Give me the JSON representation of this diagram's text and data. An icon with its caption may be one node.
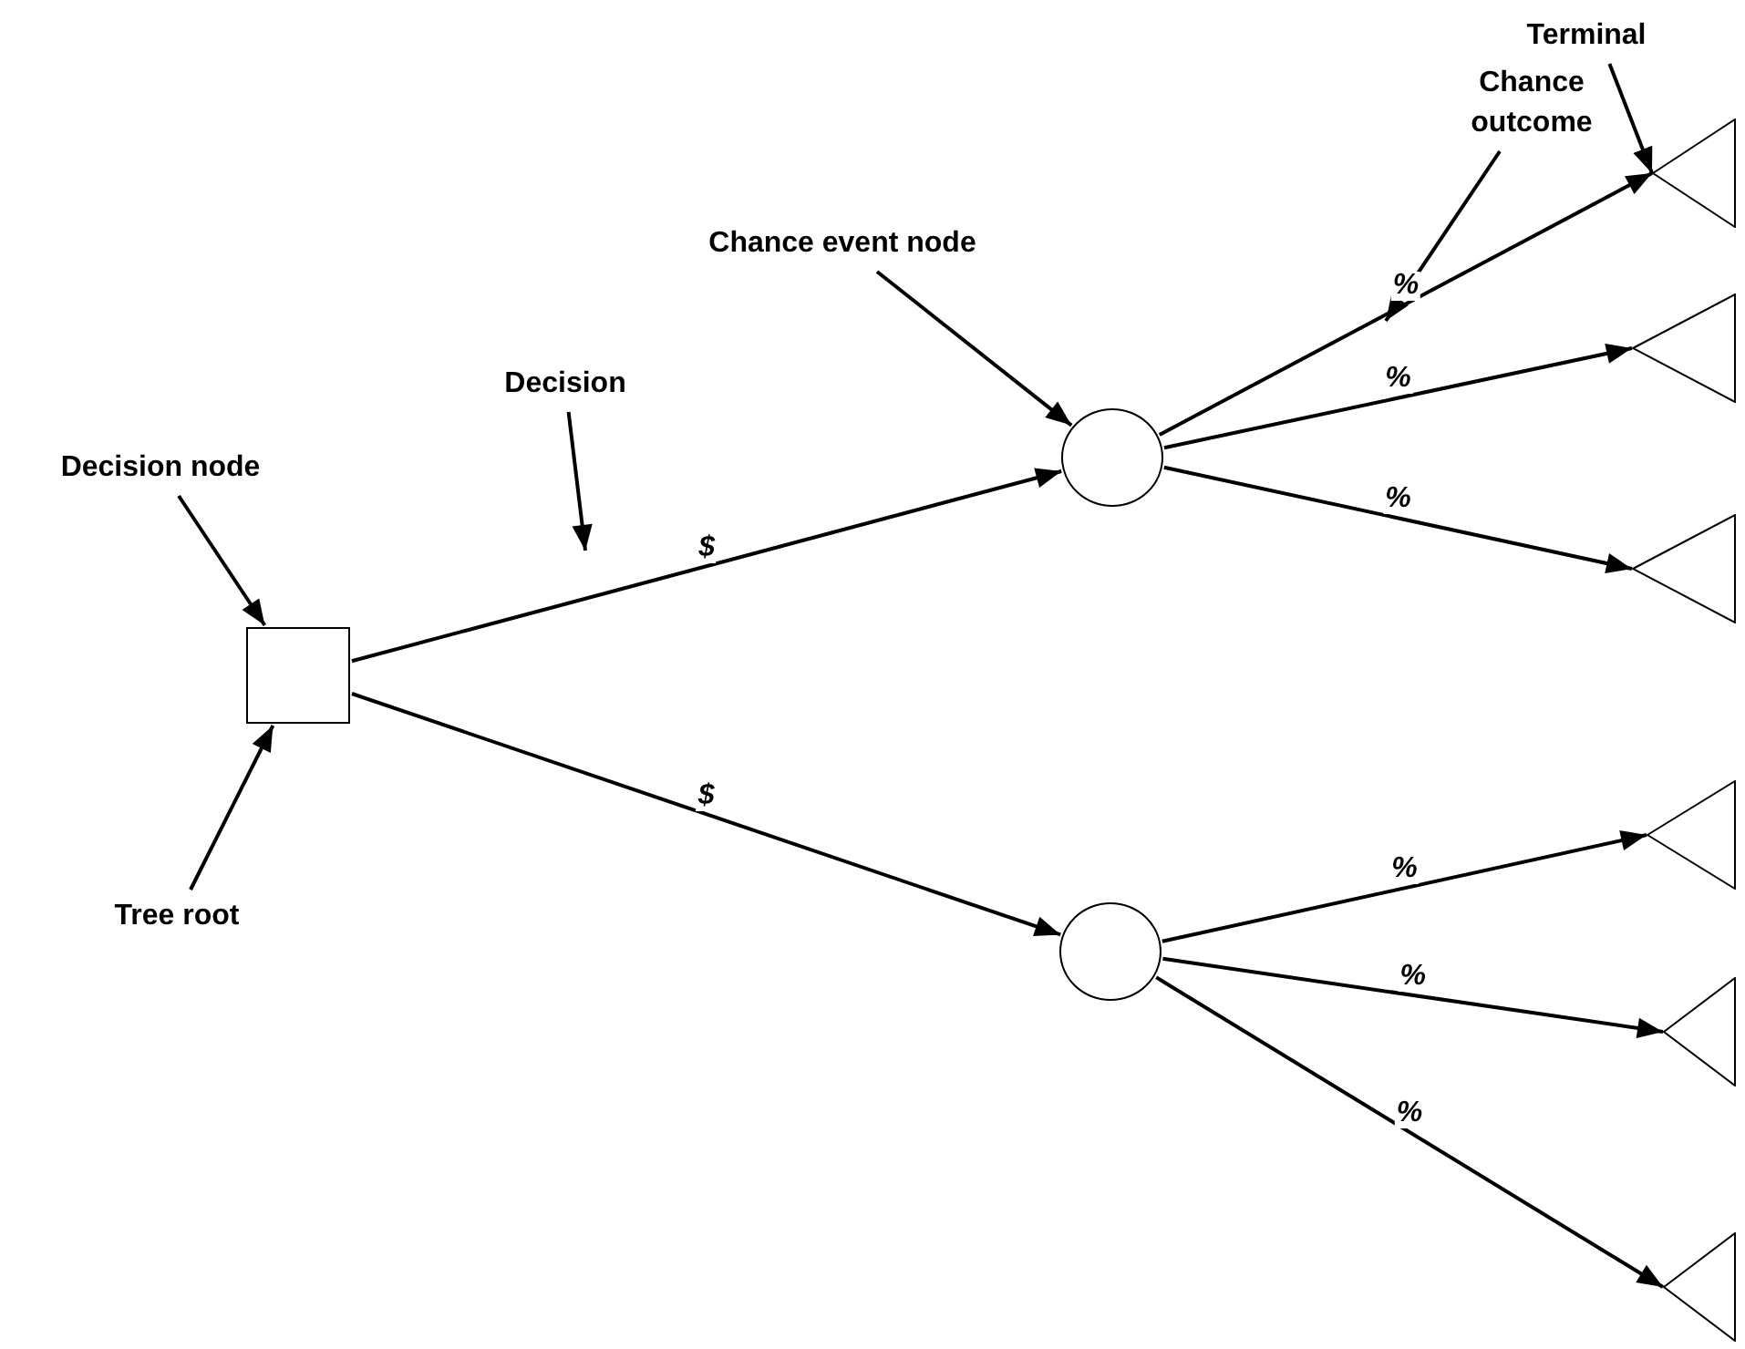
{
  "diagram": {
    "nodes": [
      {
        "text": [
          "Terminal"
        ]
      },
      {
        "text": [
          "Chance outcome"
        ]
      },
      {
        "text": [
          "Chance event node"
        ]
      },
      {
        "text": [
          "Decision"
        ]
      },
      {
        "text": [
          "Decision node"
        ]
      },
      {
        "text": [],
        "shape": "box"
      },
      {
        "text": [
          "Tree root"
        ]
      },
      {
        "text": [],
        "shape": "circle"
      },
      {
        "text": [],
        "shape": "circle"
      },
      {
        "text": [],
        "shape": "triangle"
      },
      {
        "text": [],
        "shape": "triangle"
      },
      {
        "text": [],
        "shape": "triangle"
      },
      {
        "text": [],
        "shape": "triangle"
      },
      {
        "text": [],
        "shape": "triangle"
      },
      {
        "text": [],
        "shape": "triangle"
      }
    ],
    "edges": [
      {
        "from": 5,
        "to": 7,
        "arrow": "to",
        "label": "$"
      },
      {
        "from": 5,
        "to": 8,
        "arrow": "to",
        "label": "$"
      },
      {
        "from": 7,
        "to": 9,
        "arrow": "to",
        "label": "%"
      },
      {
        "from": 7,
        "to": 10,
        "arrow": "to",
        "label": "%"
      },
      {
        "from": 7,
        "to": 11,
        "arrow": "to",
        "label": "%"
      },
      {
        "from": 8,
        "to": 12,
        "arrow": "to",
        "label": "%"
      },
      {
        "from": 8,
        "to": 13,
        "arrow": "to",
        "label": "%"
      },
      {
        "from": 8,
        "to": 14,
        "arrow": "to",
        "label": "%"
      },
      {
        "from": 0,
        "to": 9,
        "arrow": "to"
      },
      {
        "from": 1,
        "to": null,
        "arrow": "to"
      },
      {
        "from": 2,
        "to": 7,
        "arrow": "to"
      },
      {
        "from": 3,
        "to": null,
        "arrow": "to"
      },
      {
        "from": 4,
        "to": 5,
        "arrow": "to"
      },
      {
        "from": 6,
        "to": 5,
        "arrow": "to"
      }
    ]
  }
}
